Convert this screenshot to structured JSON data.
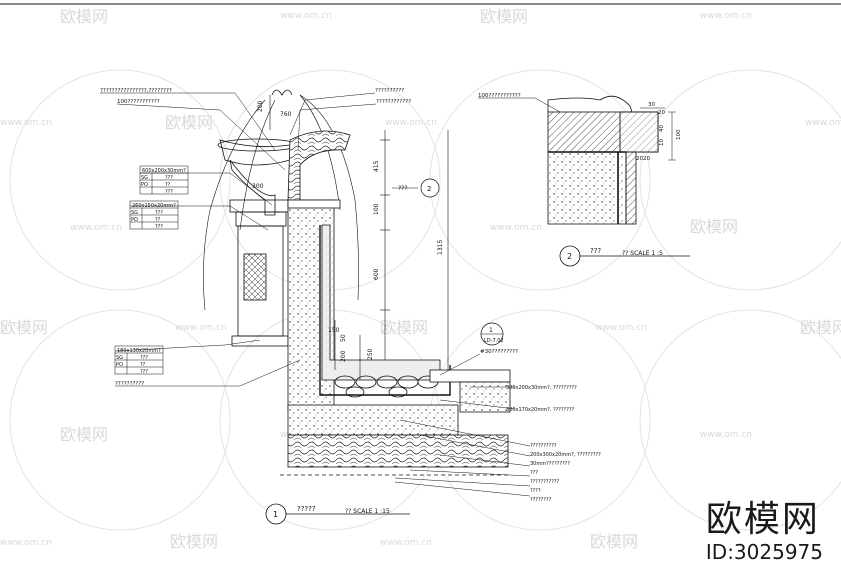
{
  "watermark": {
    "brand_cn": "欧模网",
    "site": "www.om.cn"
  },
  "brand": {
    "name_cn": "欧模网",
    "id_text": "ID:3025975"
  },
  "detail1": {
    "marker": "1",
    "title": "?????",
    "scale": "?? SCALE 1 :15"
  },
  "detail2": {
    "marker": "2",
    "title": "???",
    "scale": "?? SCALE 1 :5"
  },
  "callout_ref": {
    "number": "1",
    "sheet": "LD-7.02"
  },
  "section_ref": {
    "number": "2",
    "label": "???"
  },
  "annotations": {
    "top1": "????????????????,????????",
    "top2": "100???????????",
    "top_right1": "??????????",
    "top_right2": "????????????",
    "detail2_note": "100???????????",
    "stone_600": "600x200x30mm?",
    "stone_260": "260x150x20mm?",
    "stone_180": "180x130x20mm?",
    "sg": "SG",
    "po": "PO",
    "q1": "???",
    "q2": "??",
    "q3": "???",
    "bottom_left": "??????????",
    "hash_note": "#30?????????",
    "r1": "300x200x30mm?, ?????????",
    "r2": "300x170x20mm?, ????????",
    "r3": "??????????",
    "r4": "??????????",
    "r5": "200x300x20mm?, ?????????",
    "r6": "30mm?????????",
    "r7": "???",
    "r8": "???????????",
    "r9": "????",
    "r10": "????????"
  },
  "dimensions": {
    "d200": "200",
    "d760": "760",
    "d300": "300",
    "d415": "415",
    "d100": "100",
    "d600": "600",
    "d1315": "1315",
    "d150": "150",
    "d50": "50",
    "d200b": "200",
    "d250": "250",
    "d2_30": "30",
    "d2_20": "20",
    "d2_40": "40",
    "d2_10": "10",
    "d2_100": "100",
    "d2_20b": "2020"
  }
}
